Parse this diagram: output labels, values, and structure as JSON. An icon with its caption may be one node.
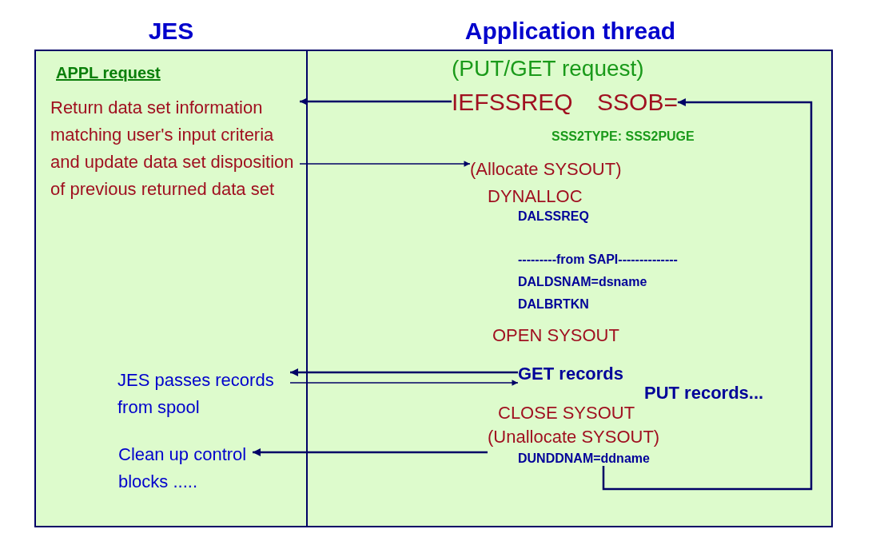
{
  "diagram": {
    "nodes": [
      {
        "text": [
          "JES"
        ]
      },
      {
        "text": [
          "Application thread"
        ]
      },
      {
        "text": [
          "Return data set information matching user's input criteria and update data set disposition of previous returned data set"
        ],
        "in": 0
      },
      {
        "text": [
          "IEFSSREQ SSOB="
        ],
        "in": 1
      },
      {
        "text": [
          "(Allocate SYSOUT)"
        ],
        "in": 1
      },
      {
        "text": [
          "JES passes records from spool"
        ],
        "in": 0
      },
      {
        "text": [
          "GET records"
        ],
        "in": 1
      },
      {
        "text": [
          "Clean up control blocks ....."
        ],
        "in": 0
      },
      {
        "text": [
          "(Unallocate SYSOUT)"
        ],
        "in": 1
      },
      {
        "text": [
          "DUNDDNAM=ddname"
        ],
        "in": 1
      }
    ],
    "edges": [
      {
        "from": 3,
        "to": 2,
        "arrow": "to"
      },
      {
        "from": 2,
        "to": 4,
        "arrow": "to"
      },
      {
        "from": 6,
        "to": 5,
        "arrow": "to"
      },
      {
        "from": 5,
        "to": 6,
        "arrow": "to"
      },
      {
        "from": 8,
        "to": 7,
        "arrow": "to"
      },
      {
        "from": 9,
        "to": 3,
        "arrow": "to"
      }
    ],
    "labels": [
      "APPL request",
      "(PUT/GET request)",
      "SSS2TYPE: SSS2PUGE",
      "DYNALLOC",
      "DALSSREQ",
      "---------from SAPI--------------",
      "DALDSNAM=dsname",
      "DALBRTKN",
      "OPEN SYSOUT",
      "PUT records...",
      "CLOSE SYSOUT"
    ]
  }
}
